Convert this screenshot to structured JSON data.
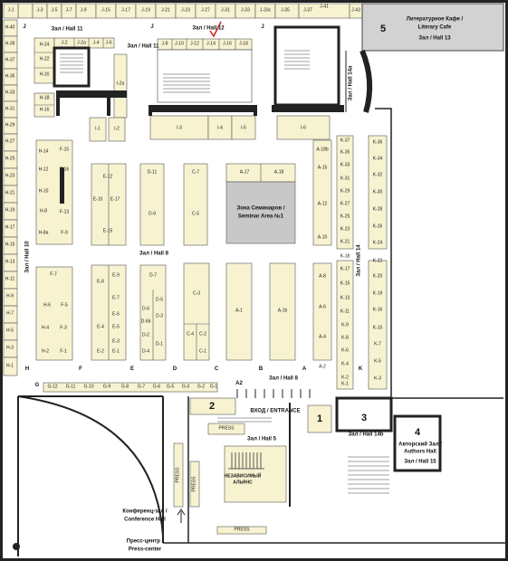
{
  "colors": {
    "stand_fill": "#f7f2d0",
    "grey_zone": "#c8c8c8",
    "frame": "#222222",
    "marker": "#d02020"
  },
  "halls": {
    "hall11_left": "Зал / Hall 11",
    "hall11_mid": "Зал / Hall 11",
    "hall12": "Зал / Hall 12",
    "hall14a": "Зал / Hall 14a",
    "hall10": "Зал / Hall 10",
    "hall8_top": "Зал / Hall 8",
    "hall14": "Зал / Hall 14",
    "hall8_bottom": "Зал / Hall 8",
    "hall5": "Зал / Hall 5",
    "hall14b": "Зал / Hall 14b",
    "hall13_ru": "Литературное Кафе /",
    "hall13_en": "Literary Cafe",
    "hall13": "Зал / Hall 13",
    "hall15_ru": "Авторский Зал /",
    "hall15_en": "Authors Hall",
    "hall15": "Зал / Hall 15",
    "seminar_ru": "Зона Семинаров /",
    "seminar_en": "Seminar Area №1",
    "entrance": "ВХОД / ENTRANCE",
    "press": "PRESS",
    "conf_ru": "Конференц-зал /",
    "conf_en": "Conference Hall",
    "presscenter_ru": "Пресс-центр /",
    "presscenter_en": "Press-center",
    "alliance_1": "НЕЗАВИСИМЫЙ",
    "alliance_2": "АЛЬЯНС",
    "vertical_press": "PRESS",
    "vertical_press2": "PRESS"
  },
  "numbers": {
    "n1": "1",
    "n2": "2",
    "n3": "3",
    "n4": "4",
    "n5": "5"
  },
  "column_letters": [
    "H",
    "F",
    "E",
    "D",
    "C",
    "B",
    "A",
    "K",
    "J",
    "J",
    "J",
    "G",
    "A2"
  ],
  "j_top_stands": [
    "J-3",
    "J-5",
    "J-7",
    "J-9",
    "J-15",
    "J-17",
    "J-19",
    "J-21",
    "J-23",
    "J-27",
    "J-31",
    "J-33",
    "J-33c",
    "J-35",
    "J-37",
    "J-41",
    "J-43",
    "J-1"
  ],
  "h_left_stands": [
    "H-40",
    "H-39",
    "H-37",
    "H-35",
    "H-33",
    "H-31",
    "H-29",
    "H-27",
    "H-25",
    "H-23",
    "H-21",
    "H-19",
    "H-17",
    "H-15",
    "H-13",
    "H-11",
    "H-9",
    "H-7",
    "H-5",
    "H-3",
    "H-1"
  ],
  "h_inner_stands": [
    "H-24",
    "H-22",
    "H-20",
    "H-18",
    "H-16",
    "H-14",
    "H-12",
    "H-10",
    "H-8",
    "H-8a",
    "H-6",
    "H-4",
    "H-2"
  ],
  "j_block_stands": [
    "J-2",
    "J-2a",
    "J-4",
    "J-6",
    "J-8",
    "J-10",
    "J-12",
    "J-14",
    "J-16",
    "J-18"
  ],
  "i_stands": [
    "I-1",
    "I-2",
    "I-2a",
    "I-3",
    "I-4",
    "I-5",
    "I-6"
  ],
  "f_stands": [
    "F-15",
    "F-16",
    "F-13",
    "F-9",
    "F-7",
    "F-5",
    "F-3",
    "F-1"
  ],
  "e_stands": [
    "E-12",
    "E-10",
    "E-17",
    "E-15",
    "E-9",
    "E-8",
    "E-7",
    "E-6",
    "E-5",
    "E-4",
    "E-3",
    "E-2",
    "E-1"
  ],
  "d_stands": [
    "D-11",
    "D-9",
    "D-7",
    "D-6",
    "D-5",
    "D-3",
    "D-1",
    "D-4",
    "D-2",
    "D-6b"
  ],
  "c_stands": [
    "C-7",
    "C-5",
    "C-3",
    "C-4",
    "C-1",
    "C-2"
  ],
  "a_stands": [
    "A-17",
    "A-18",
    "A-1",
    "A-1b",
    "A-18b",
    "A-15",
    "A-12",
    "A-10",
    "A-8",
    "A-6",
    "A-4",
    "A-2"
  ],
  "k_stands": [
    "K-37",
    "K-36",
    "K-35",
    "K-34",
    "K-33",
    "K-32",
    "K-31",
    "K-30",
    "K-29",
    "K-28",
    "K-27",
    "K-26",
    "K-25",
    "K-24",
    "K-23",
    "K-22",
    "K-21",
    "K-20",
    "K-17",
    "K-15",
    "K-16",
    "K-13",
    "K-10",
    "K-11",
    "K-9",
    "K-8",
    "K-7",
    "K-6",
    "K-5",
    "K-4",
    "K-3",
    "K-2",
    "K-1",
    "K-19",
    "K-18"
  ],
  "g_stands": [
    "G-12",
    "G-11",
    "G-10",
    "G-9",
    "G-8",
    "G-7",
    "G-6",
    "G-5",
    "G-3",
    "G-2",
    "G-1"
  ]
}
